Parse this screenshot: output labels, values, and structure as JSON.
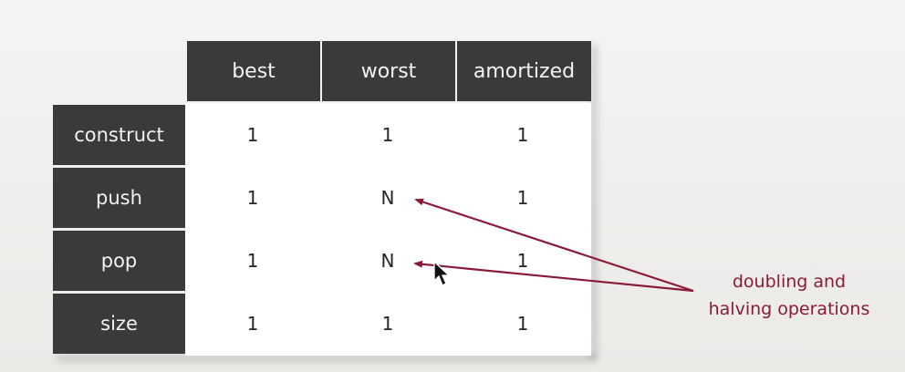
{
  "table": {
    "columns": [
      "best",
      "worst",
      "amortized"
    ],
    "rows": [
      {
        "label": "construct",
        "values": [
          "1",
          "1",
          "1"
        ]
      },
      {
        "label": "push",
        "values": [
          "1",
          "N",
          "1"
        ]
      },
      {
        "label": "pop",
        "values": [
          "1",
          "N",
          "1"
        ]
      },
      {
        "label": "size",
        "values": [
          "1",
          "1",
          "1"
        ]
      }
    ]
  },
  "annotation": {
    "line1": "doubling and",
    "line2": "halving operations",
    "color": "#8b1a3a"
  },
  "colors": {
    "header_bg": "#3a3a3a",
    "header_text": "#f2f2f2",
    "background": "#efeeec",
    "cell_bg": "#ffffff",
    "arrow": "#8b1a3a"
  }
}
